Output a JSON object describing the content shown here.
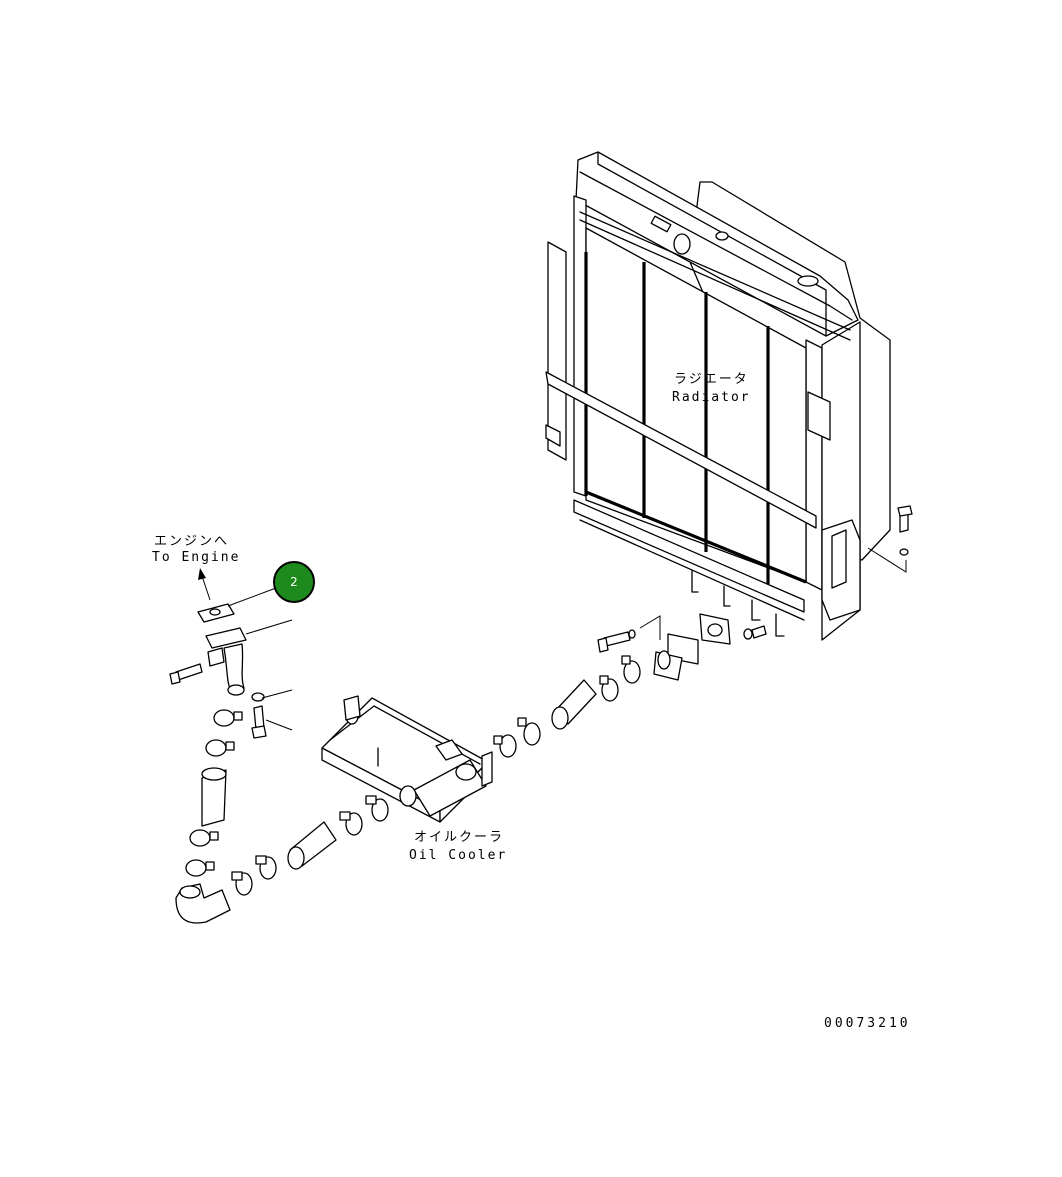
{
  "labels": {
    "engine_jp": "エンジンへ",
    "engine_en": "To Engine",
    "radiator_jp": "ラジエータ",
    "radiator_en": "Radiator",
    "oil_cooler_jp": "オイルクーラ",
    "oil_cooler_en": "Oil Cooler"
  },
  "callouts": [
    {
      "number": "2",
      "color": "#1e8a1e",
      "outline": "#000000"
    }
  ],
  "drawing_id": "00073210"
}
